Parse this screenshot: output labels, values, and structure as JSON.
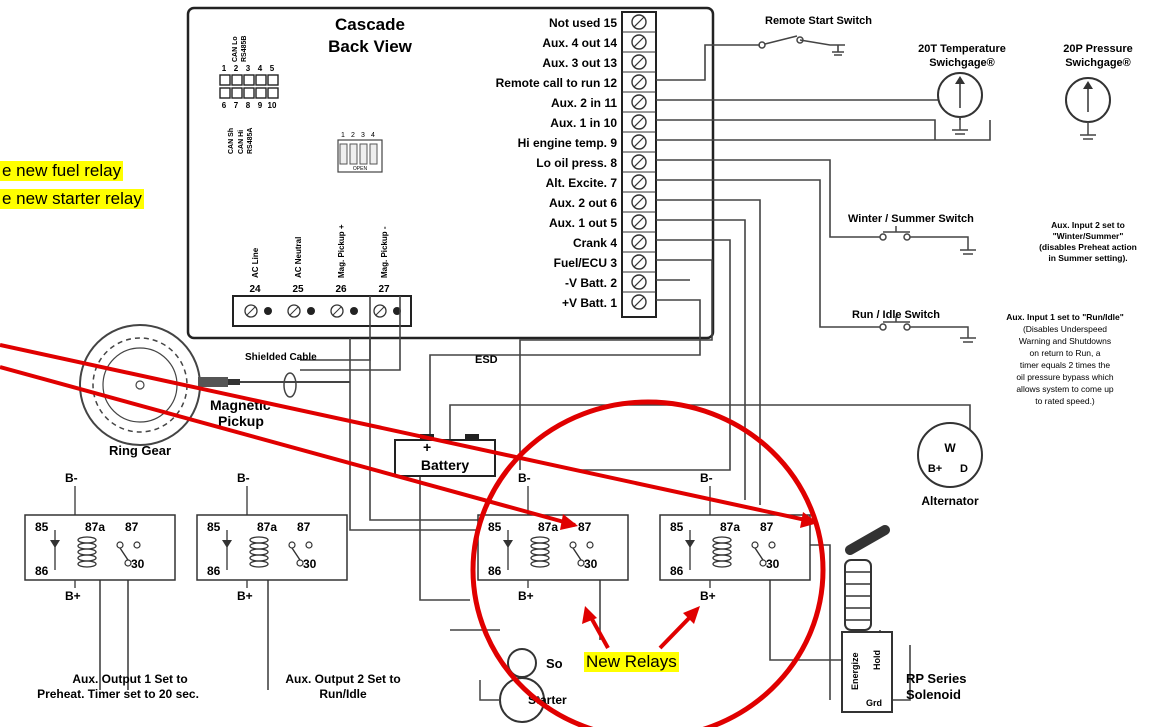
{
  "cascade": {
    "title_line1": "Cascade",
    "title_line2": "Back View"
  },
  "can": {
    "lo_label": "CAN Lo",
    "rs485b": "RS485B",
    "sh_label": "CAN Sh",
    "hi_label": "CAN Hi",
    "rs485a": "RS485A",
    "top_pins": [
      "1",
      "2",
      "3",
      "4",
      "5"
    ],
    "bottom_pins": [
      "6",
      "7",
      "8",
      "9",
      "10"
    ]
  },
  "dip": {
    "numbers": [
      "1",
      "2",
      "3",
      "4"
    ],
    "label": "OPEN"
  },
  "terminals_right": [
    "Not used 15",
    "Aux. 4 out 14",
    "Aux. 3 out 13",
    "Remote call to run 12",
    "Aux. 2 in 11",
    "Aux. 1 in 10",
    "Hi engine temp. 9",
    "Lo oil press. 8",
    "Alt. Excite. 7",
    "Aux. 2 out 6",
    "Aux. 1 out 5",
    "Crank 4",
    "Fuel/ECU 3",
    "-V Batt. 2",
    "+V Batt. 1"
  ],
  "terminals_bottom": {
    "labels": [
      "AC Line",
      "AC Neutral",
      "Mag. Pickup +",
      "Mag. Pickup -"
    ],
    "numbers": [
      "24",
      "25",
      "26",
      "27"
    ]
  },
  "components": {
    "remote_start": "Remote Start Switch",
    "temp_gauge": [
      "20T Temperature",
      "Swichgage®"
    ],
    "pressure_gauge": [
      "20P Pressure",
      "Swichgage®"
    ],
    "winter_switch": "Winter / Summer Switch",
    "winter_note": [
      "Aux. Input 2 set to",
      "\"Winter/Summer\"",
      "(disables Preheat action",
      "in Summer setting)."
    ],
    "run_idle_switch": "Run / Idle Switch",
    "run_idle_note": [
      "Aux. Input 1 set to \"Run/Idle\"",
      "(Disables Underspeed",
      "Warning and Shutdowns",
      "on return to Run, a",
      "timer equals 2 times the",
      "oil pressure bypass which",
      "allows system to come up",
      "to rated speed.)"
    ],
    "shielded_cable": "Shielded Cable",
    "esd": "ESD",
    "magnetic_pickup": [
      "Magnetic",
      "Pickup"
    ],
    "ring_gear": "Ring Gear",
    "battery": "Battery",
    "battery_plus": "+",
    "battery_minus": "−",
    "alternator": "Alternator",
    "alt_w": "W",
    "alt_bplus": "B+",
    "alt_d": "D",
    "starter": "Starter",
    "solenoid_short": "So",
    "rp_solenoid": [
      "RP Series",
      "Solenoid"
    ],
    "energize": "Energize",
    "hold": "Hold",
    "grd": "Grd",
    "aux1_caption": [
      "Aux. Output 1 Set to",
      "Preheat. Timer set to 20 sec."
    ],
    "aux2_caption": [
      "Aux. Output 2 Set to",
      "Run/Idle"
    ]
  },
  "relay_labels": {
    "b_minus": "B-",
    "b_plus": "B+",
    "p85": "85",
    "p86": "86",
    "p87a": "87a",
    "p87": "87",
    "p30": "30"
  },
  "annotations": {
    "fuel_relay": "e new fuel relay",
    "starter_relay": "e new starter relay",
    "new_relays": "New Relays"
  }
}
